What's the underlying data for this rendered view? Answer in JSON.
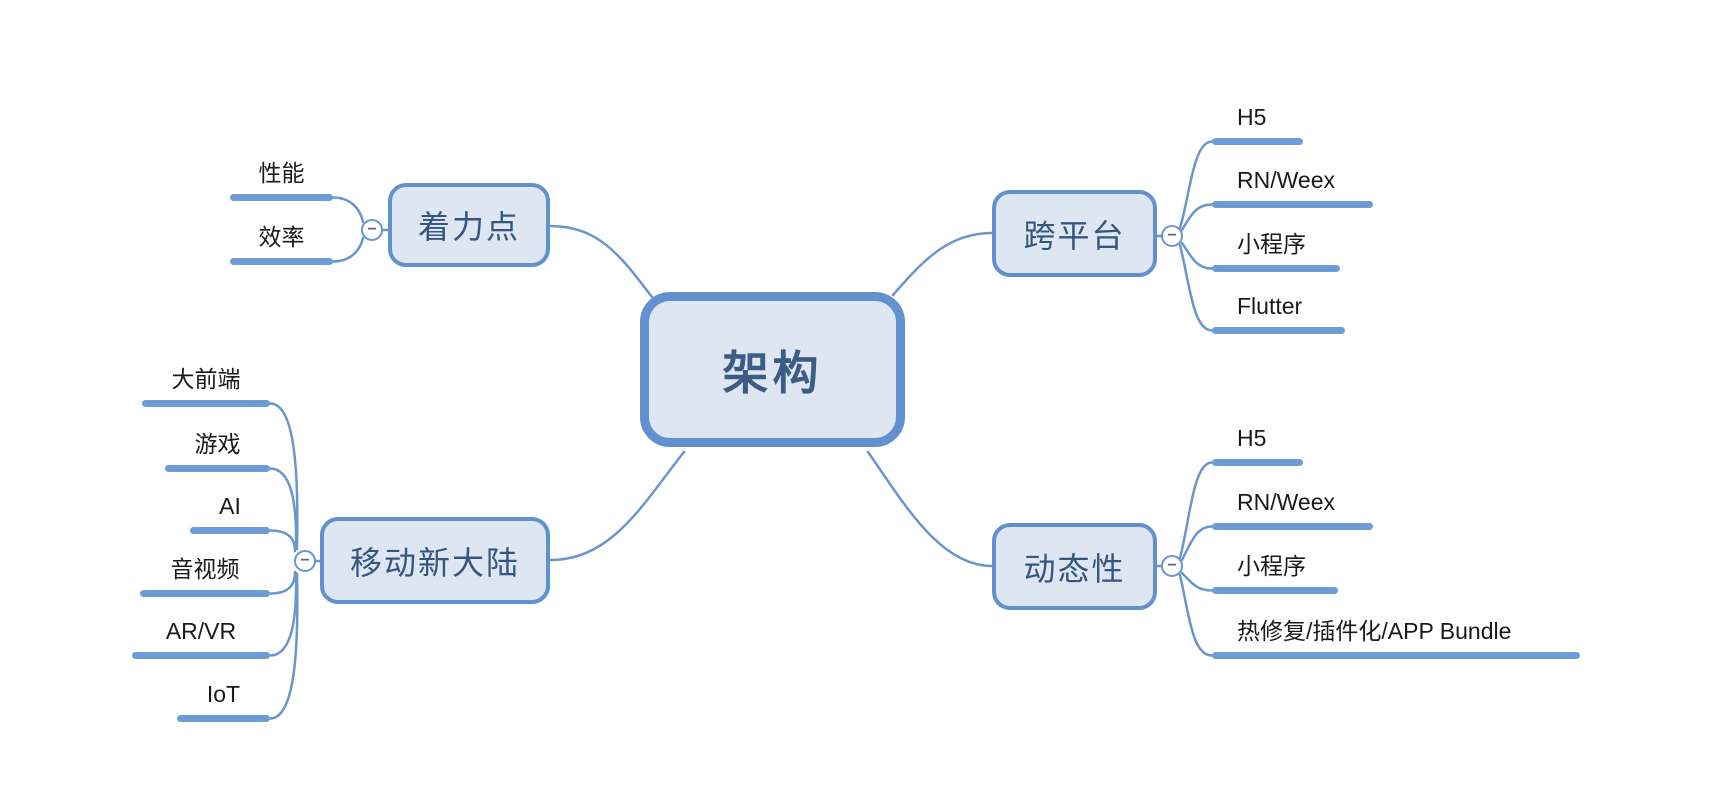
{
  "diagram": {
    "type": "mindmap",
    "root": {
      "label": "架构"
    },
    "branches": [
      {
        "label": "着力点",
        "side": "left",
        "children": [
          "性能",
          "效率"
        ]
      },
      {
        "label": "移动新大陆",
        "side": "left",
        "children": [
          "大前端",
          "游戏",
          "AI",
          "音视频",
          "AR/VR",
          "IoT"
        ]
      },
      {
        "label": "跨平台",
        "side": "right",
        "children": [
          "H5",
          "RN/Weex",
          "小程序",
          "Flutter"
        ]
      },
      {
        "label": "动态性",
        "side": "right",
        "children": [
          "H5",
          "RN/Weex",
          "小程序",
          "热修复/插件化/APP Bundle"
        ]
      }
    ],
    "collapse_glyph": "−",
    "colors": {
      "background": "#ffffff",
      "node_fill": "#dde6f1",
      "node_border": "#6191cf",
      "node_text": "#35567f",
      "connector": "#6a96ce",
      "leaf_underline": "#6d9cd6",
      "leaf_text": "#1a1a1a",
      "collapse_icon": "#5b6b7d"
    }
  }
}
